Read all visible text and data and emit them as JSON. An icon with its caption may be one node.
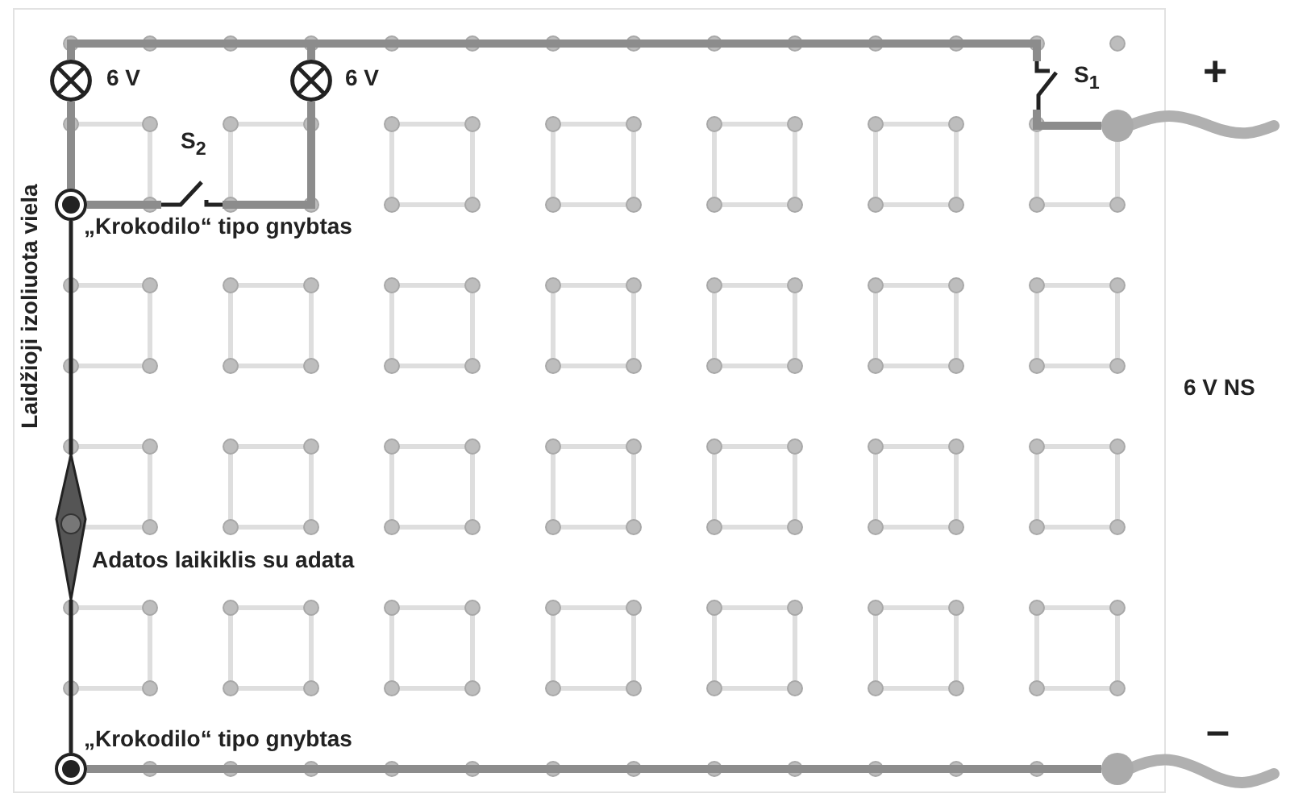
{
  "diagram": {
    "nodes": [
      {
        "text": [],
        "shape": "circle",
        "beside": [
          "6 V"
        ]
      },
      {
        "text": [],
        "shape": "circle",
        "beside": [
          "6 V"
        ]
      },
      {
        "text": [],
        "shape": "switch",
        "beside": [
          "S$_{1}$"
        ]
      },
      {
        "text": [],
        "shape": "circle",
        "beside": [
          "+"
        ]
      },
      {
        "text": [],
        "shape": "switch",
        "beside": [
          "S$_{2}$"
        ]
      },
      {
        "text": [],
        "shape": "circle",
        "beside": [
          "„Krokodilo“ tipo gnybtas"
        ]
      },
      {
        "text": [],
        "shape": "diamond",
        "beside": [
          "Adatos laikiklis su adata"
        ]
      },
      {
        "text": [],
        "shape": "circle",
        "beside": [
          "„Krokodilo“ tipo gnybtas"
        ]
      },
      {
        "text": [],
        "shape": "circle",
        "beside": [
          "–"
        ]
      }
    ],
    "edges": [
      {
        "from": 0,
        "to": 1,
        "arrow": "none"
      },
      {
        "from": 1,
        "to": 2,
        "arrow": "none"
      },
      {
        "from": 0,
        "to": 5,
        "arrow": "none"
      },
      {
        "from": 5,
        "to": 4,
        "arrow": "none"
      },
      {
        "from": 4,
        "to": 1,
        "arrow": "none"
      },
      {
        "from": 2,
        "to": 3,
        "arrow": "none"
      },
      {
        "from": 5,
        "to": 6,
        "arrow": "none",
        "color": "#222222"
      },
      {
        "from": 6,
        "to": 7,
        "arrow": "none",
        "color": "#222222"
      },
      {
        "from": 7,
        "to": 8,
        "arrow": "none"
      }
    ],
    "labels": [
      "Laidžioji izoliuota viela",
      "6 V NS"
    ]
  }
}
